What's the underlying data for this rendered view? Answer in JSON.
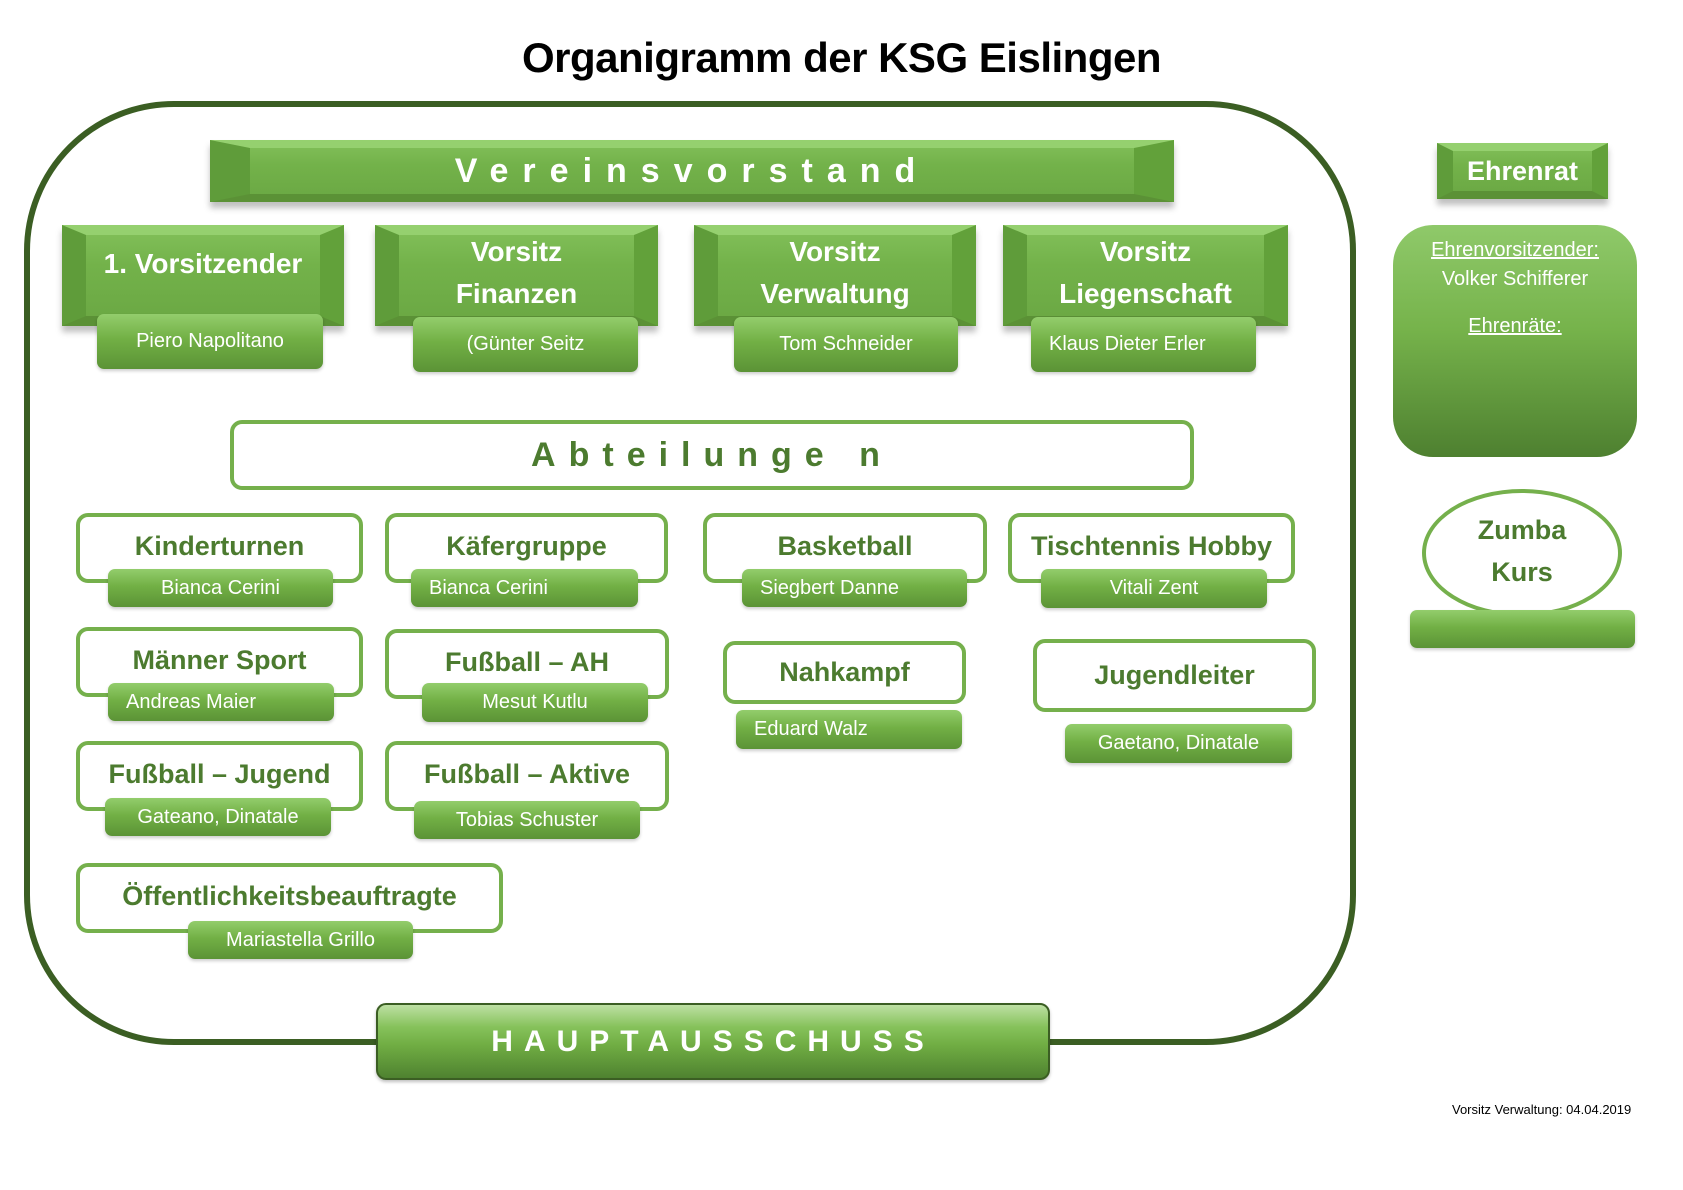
{
  "title": "Organigramm der KSG Eislingen",
  "vereinsvorstand": {
    "label": "Vereinsvorstand",
    "members": [
      {
        "role_lines": [
          "1. Vorsitzender"
        ],
        "name": "Piero Napolitano"
      },
      {
        "role_lines": [
          "Vorsitz",
          "Finanzen"
        ],
        "name": "(Günter Seitz"
      },
      {
        "role_lines": [
          "Vorsitz",
          "Verwaltung"
        ],
        "name": "Tom Schneider"
      },
      {
        "role_lines": [
          "Vorsitz",
          "Liegenschaft"
        ],
        "name": "Klaus Dieter Erler"
      }
    ]
  },
  "abteilungen": {
    "label": "Abteilunge n",
    "departments": [
      {
        "name": "Kinderturnen",
        "leader": "Bianca Cerini"
      },
      {
        "name": "Käfergruppe",
        "leader": "Bianca Cerini"
      },
      {
        "name": "Basketball",
        "leader": "Siegbert Danne"
      },
      {
        "name": "Tischtennis Hobby",
        "leader": "Vitali Zent"
      },
      {
        "name": "Männer Sport",
        "leader": "Andreas Maier"
      },
      {
        "name": "Fußball – AH",
        "leader": "Mesut Kutlu"
      },
      {
        "name": "Nahkampf",
        "leader": "Eduard Walz"
      },
      {
        "name": "Jugendleiter",
        "leader": "Gaetano, Dinatale"
      },
      {
        "name": "Fußball – Jugend",
        "leader": "Gateano, Dinatale"
      },
      {
        "name": "Fußball – Aktive",
        "leader": "Tobias Schuster"
      },
      {
        "name": "Öffentlichkeitsbeauftragte",
        "leader": "Mariastella Grillo"
      }
    ]
  },
  "ehrenrat": {
    "label": "Ehrenrat",
    "ehrenvorsitzender_label": "Ehrenvorsitzender:",
    "ehrenvorsitzender_name": "Volker Schifferer",
    "ehrenraete_label": "Ehrenräte:"
  },
  "zumba": {
    "label_lines": [
      "Zumba",
      "Kurs"
    ],
    "leader": ""
  },
  "hauptausschuss": {
    "label": "HAUPTAUSSCHUSS"
  },
  "footer": "Vorsitz Verwaltung: 04.04.2019",
  "colors": {
    "frame": "#3b5e23",
    "box_green": "#73b24a",
    "outline_green": "#75b04c",
    "dept_text": "#4c7b2f"
  }
}
